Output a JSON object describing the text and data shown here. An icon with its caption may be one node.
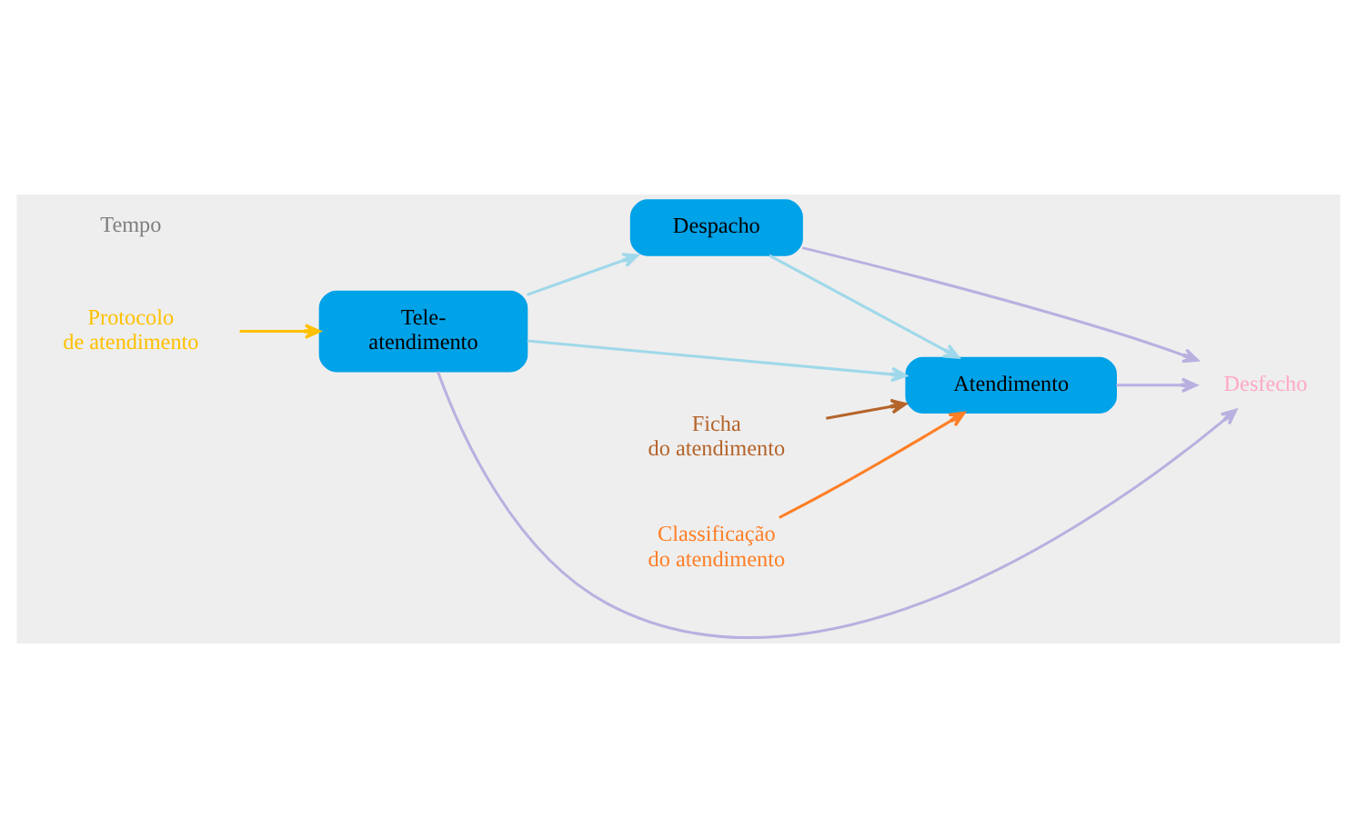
{
  "diagram": {
    "nodes": [
      {
        "text": [
          "Despacho"
        ]
      },
      {
        "text": [
          "Tele- atendimento"
        ]
      },
      {
        "text": [
          "Atendimento"
        ]
      },
      {
        "text": [
          "Desfecho"
        ]
      },
      {
        "text": [
          "Ficha do atendimento"
        ]
      },
      {
        "text": [
          "Protocolo de atendimento"
        ]
      },
      {
        "text": [
          "Classificação do atendimento"
        ]
      }
    ],
    "edges": [
      {
        "from": 1,
        "to": 0,
        "arrow": "to",
        "color": "#9fd8ea"
      },
      {
        "from": 1,
        "to": 2,
        "arrow": "to",
        "color": "#9fd8ea"
      },
      {
        "from": 0,
        "to": 2,
        "arrow": "to",
        "color": "#9fd8ea"
      },
      {
        "from": 0,
        "to": 3,
        "arrow": "to",
        "color": "#b9b0e0"
      },
      {
        "from": 1,
        "to": 3,
        "arrow": "to",
        "color": "#b9b0e0"
      },
      {
        "from": 2,
        "to": 3,
        "arrow": "to",
        "color": "#b9b0e0"
      },
      {
        "from": 4,
        "to": 2,
        "arrow": "to",
        "color": "#b5642a"
      },
      {
        "from": 5,
        "to": 1,
        "arrow": "to",
        "color": "#ffc000"
      },
      {
        "from": 6,
        "to": 2,
        "arrow": "to",
        "color": "#ff7f27"
      }
    ],
    "labels": [
      "Tempo"
    ]
  }
}
